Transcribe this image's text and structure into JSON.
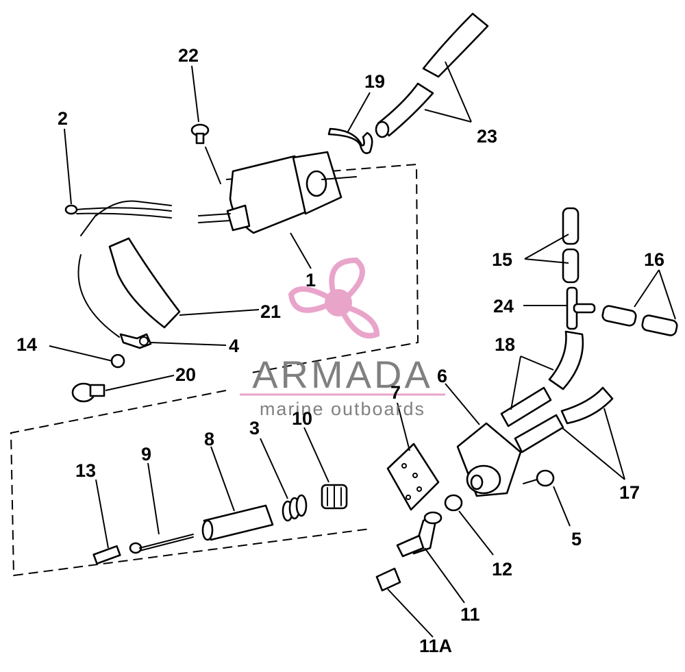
{
  "callouts": {
    "c1": "1",
    "c2": "2",
    "c3": "3",
    "c4": "4",
    "c5": "5",
    "c6": "6",
    "c7": "7",
    "c8": "8",
    "c9": "9",
    "c10": "10",
    "c11": "11",
    "c11a": "11A",
    "c12": "12",
    "c13": "13",
    "c14": "14",
    "c15": "15",
    "c16": "16",
    "c17": "17",
    "c18": "18",
    "c19": "19",
    "c20": "20",
    "c21": "21",
    "c22": "22",
    "c23": "23",
    "c24": "24"
  },
  "watermark": {
    "brand": "ARMADA",
    "tagline": "marine outboards",
    "brand_color": "#e8a0c8",
    "text_color": "#7a7a7a"
  }
}
